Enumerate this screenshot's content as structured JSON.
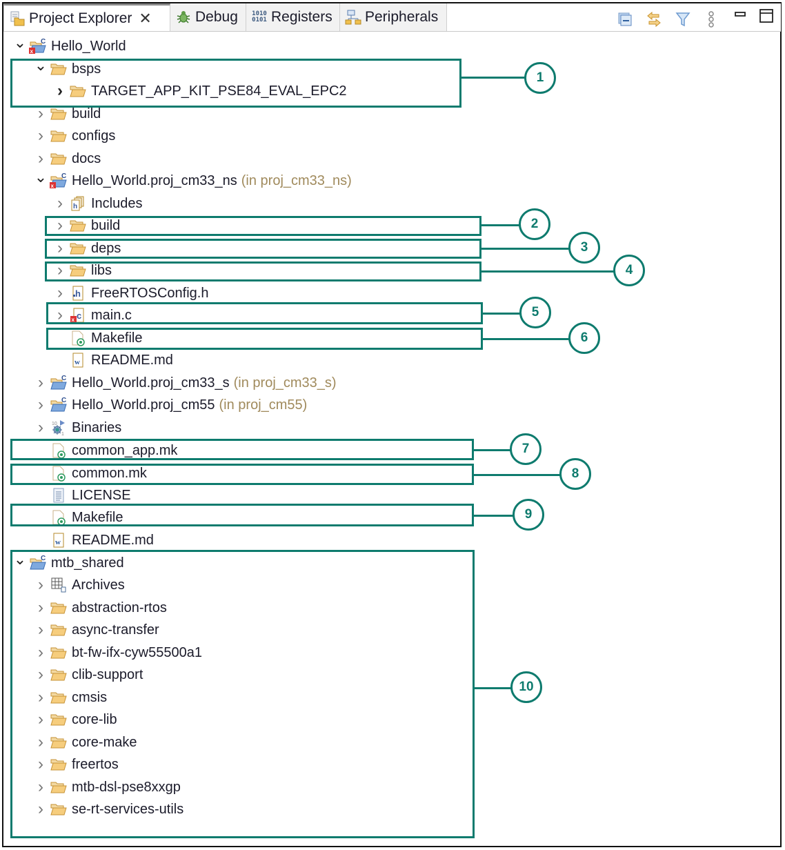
{
  "tabs": [
    {
      "label": "Project Explorer",
      "icon": "project-explorer-icon",
      "active": true,
      "closable": true
    },
    {
      "label": "Debug",
      "icon": "bug-icon",
      "active": false
    },
    {
      "label": "Registers",
      "icon": "binary-icon",
      "active": false
    },
    {
      "label": "Peripherals",
      "icon": "peripherals-icon",
      "active": false
    }
  ],
  "toolbar": [
    "collapse-all-icon",
    "link-with-editor-icon",
    "filter-icon",
    "view-menu-icon",
    "minimize-icon",
    "maximize-icon"
  ],
  "tree": [
    {
      "label": "Hello_World",
      "icon": "c-project-error",
      "expanded": true,
      "level": 0
    },
    {
      "label": "bsps",
      "icon": "folder",
      "expanded": true,
      "level": 1
    },
    {
      "label": "TARGET_APP_KIT_PSE84_EVAL_EPC2",
      "icon": "folder",
      "expanded": false,
      "level": 2
    },
    {
      "label": "build",
      "icon": "folder",
      "expanded": false,
      "level": 1
    },
    {
      "label": "configs",
      "icon": "folder",
      "expanded": false,
      "level": 1
    },
    {
      "label": "docs",
      "icon": "folder",
      "expanded": false,
      "level": 1
    },
    {
      "label": "Hello_World.proj_cm33_ns",
      "hint": "(in proj_cm33_ns)",
      "icon": "c-project-error",
      "expanded": true,
      "level": 1
    },
    {
      "label": "Includes",
      "icon": "includes",
      "expanded": false,
      "level": 2
    },
    {
      "label": "build",
      "icon": "folder",
      "expanded": false,
      "level": 2
    },
    {
      "label": "deps",
      "icon": "folder",
      "expanded": false,
      "level": 2
    },
    {
      "label": "libs",
      "icon": "folder",
      "expanded": false,
      "level": 2
    },
    {
      "label": "FreeRTOSConfig.h",
      "icon": "h-file",
      "expanded": false,
      "level": 2
    },
    {
      "label": "main.c",
      "icon": "c-file-error",
      "expanded": false,
      "level": 2
    },
    {
      "label": "Makefile",
      "icon": "make-file",
      "level": 2
    },
    {
      "label": "README.md",
      "icon": "word-file",
      "level": 2
    },
    {
      "label": "Hello_World.proj_cm33_s",
      "hint": "(in proj_cm33_s)",
      "icon": "c-project",
      "expanded": false,
      "level": 1
    },
    {
      "label": "Hello_World.proj_cm55",
      "hint": "(in proj_cm55)",
      "icon": "c-project",
      "expanded": false,
      "level": 1
    },
    {
      "label": "Binaries",
      "icon": "binaries",
      "expanded": false,
      "level": 1
    },
    {
      "label": "common_app.mk",
      "icon": "make-file",
      "level": 1
    },
    {
      "label": "common.mk",
      "icon": "make-file",
      "level": 1
    },
    {
      "label": "LICENSE",
      "icon": "text-file",
      "level": 1
    },
    {
      "label": "Makefile",
      "icon": "make-file",
      "level": 1
    },
    {
      "label": "README.md",
      "icon": "word-file",
      "level": 1
    },
    {
      "label": "mtb_shared",
      "icon": "c-project",
      "expanded": true,
      "level": 0
    },
    {
      "label": "Archives",
      "icon": "archives",
      "expanded": false,
      "level": 1
    },
    {
      "label": "abstraction-rtos",
      "icon": "folder",
      "expanded": false,
      "level": 1
    },
    {
      "label": "async-transfer",
      "icon": "folder",
      "expanded": false,
      "level": 1
    },
    {
      "label": "bt-fw-ifx-cyw55500a1",
      "icon": "folder",
      "expanded": false,
      "level": 1
    },
    {
      "label": "clib-support",
      "icon": "folder",
      "expanded": false,
      "level": 1
    },
    {
      "label": "cmsis",
      "icon": "folder",
      "expanded": false,
      "level": 1
    },
    {
      "label": "core-lib",
      "icon": "folder",
      "expanded": false,
      "level": 1
    },
    {
      "label": "core-make",
      "icon": "folder",
      "expanded": false,
      "level": 1
    },
    {
      "label": "freertos",
      "icon": "folder",
      "expanded": false,
      "level": 1
    },
    {
      "label": "mtb-dsl-pse8xxgp",
      "icon": "folder",
      "expanded": false,
      "level": 1
    },
    {
      "label": "se-rt-services-utils",
      "icon": "folder",
      "expanded": false,
      "level": 1
    }
  ],
  "annotations": [
    "1",
    "2",
    "3",
    "4",
    "5",
    "6",
    "7",
    "8",
    "9",
    "10"
  ],
  "colors": {
    "annotation": "#0e7b6e",
    "folder": "#e8b65a",
    "hint": "#a08a5c"
  }
}
